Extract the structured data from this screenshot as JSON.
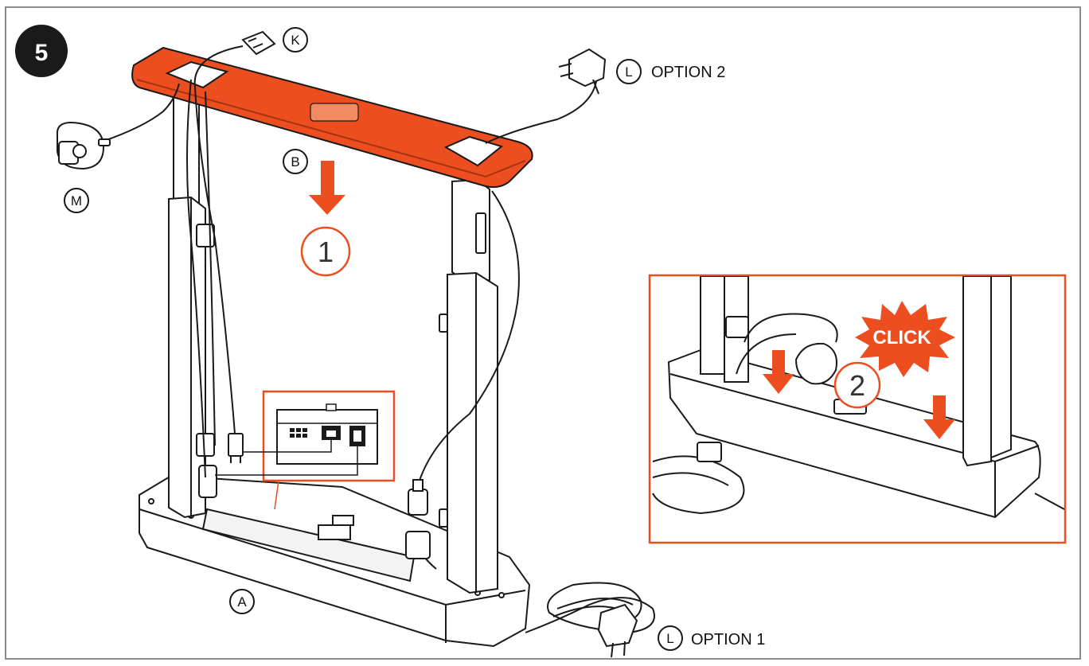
{
  "step_number": "5",
  "labels": {
    "k": "K",
    "l_top": "L",
    "option_2": "OPTION 2",
    "m": "M",
    "b": "B",
    "a": "A",
    "l_bottom": "L",
    "option_1": "OPTION 1"
  },
  "step_markers": {
    "one": "1",
    "two": "2"
  },
  "callout": {
    "click_text": "CLICK"
  },
  "colors": {
    "accent": "#ec4e20",
    "outline": "#1a1a1a",
    "frame": "#8c8c8c"
  }
}
